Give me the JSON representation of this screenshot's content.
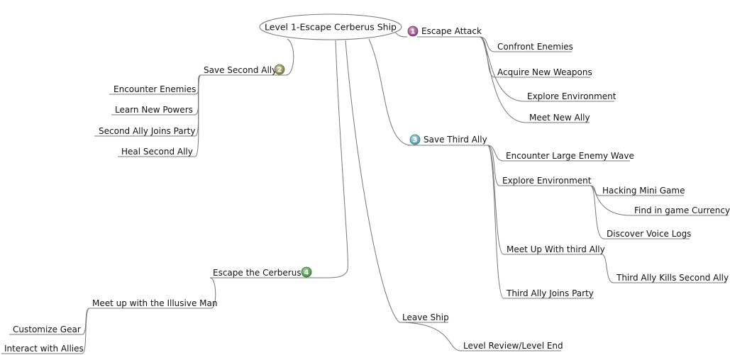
{
  "root": {
    "label": "Level 1-Escape Cerberus Ship"
  },
  "colors": {
    "badge_1": "#9a4f8c",
    "badge_2": "#8b8a5c",
    "badge_3": "#5fa3ad",
    "badge_4": "#4f9a4c",
    "line": "#777777"
  },
  "branches": {
    "escape_attack": {
      "label": "Escape Attack",
      "badge": "1",
      "children": [
        "Confront Enemies",
        "Acquire New Weapons",
        "Explore Environment",
        "Meet New Ally"
      ]
    },
    "save_second_ally": {
      "label": "Save Second Ally",
      "badge": "2",
      "children": [
        "Encounter Enemies",
        "Learn New Powers",
        "Second Ally Joins Party",
        "Heal Second Ally"
      ]
    },
    "save_third_ally": {
      "label": "Save Third Ally",
      "badge": "3",
      "children": {
        "encounter_wave": "Encounter Large Enemy Wave",
        "explore_environment": {
          "label": "Explore Environment",
          "children": [
            "Hacking Mini Game",
            "Find in game Currency",
            "Discover Voice Logs"
          ]
        },
        "meet_third_ally": {
          "label": "Meet Up With third Ally",
          "children": [
            "Third Ally Kills Second Ally"
          ]
        },
        "third_joins": "Third Ally Joins Party"
      }
    },
    "escape_cerberus": {
      "label": "Escape the Cerberus",
      "badge": "4",
      "children": {
        "illusive_man": {
          "label": "Meet up with the Illusive Man",
          "children": [
            "Customize Gear",
            "Interact with Allies"
          ]
        }
      }
    },
    "leave_ship": {
      "label": "Leave Ship",
      "children": [
        "Level Review/Level End"
      ]
    }
  }
}
